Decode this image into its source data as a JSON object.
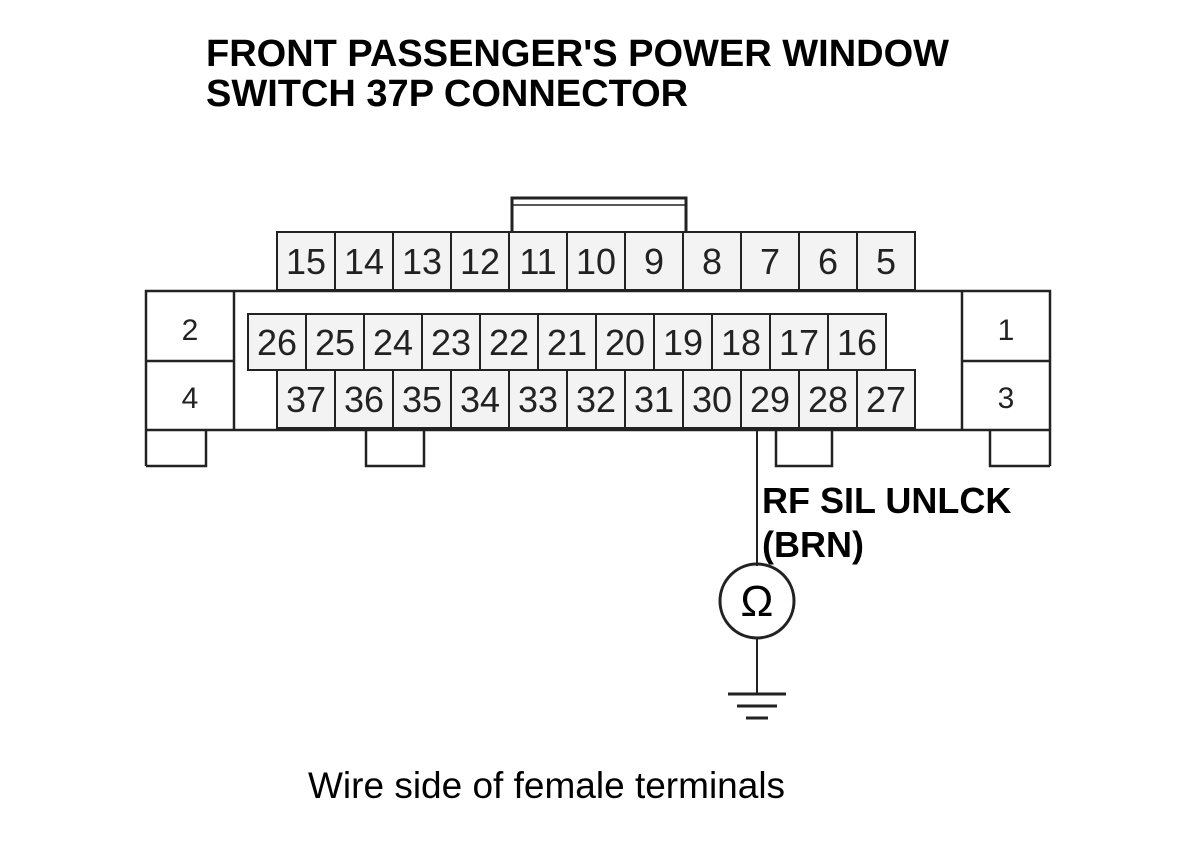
{
  "title": {
    "line1": "FRONT PASSENGER'S POWER WINDOW",
    "line2": "SWITCH 37P CONNECTOR"
  },
  "connector": {
    "pins": 37,
    "top_row": [
      "15",
      "14",
      "13",
      "12",
      "11",
      "10",
      "9",
      "8",
      "7",
      "6",
      "5"
    ],
    "middle_row": [
      "26",
      "25",
      "24",
      "23",
      "22",
      "21",
      "20",
      "19",
      "18",
      "17",
      "16"
    ],
    "bottom_row": [
      "37",
      "36",
      "35",
      "34",
      "33",
      "32",
      "31",
      "30",
      "29",
      "28",
      "27"
    ],
    "left_block": [
      "2",
      "4"
    ],
    "right_block": [
      "1",
      "3"
    ],
    "test_terminal": "29"
  },
  "wire": {
    "name": "RF SIL UNLCK",
    "color_code": "(BRN)"
  },
  "meter": {
    "symbol": "Ω"
  },
  "caption": "Wire side of female terminals",
  "colors": {
    "cell_fill": "#f3f3f3",
    "line": "#222222"
  }
}
